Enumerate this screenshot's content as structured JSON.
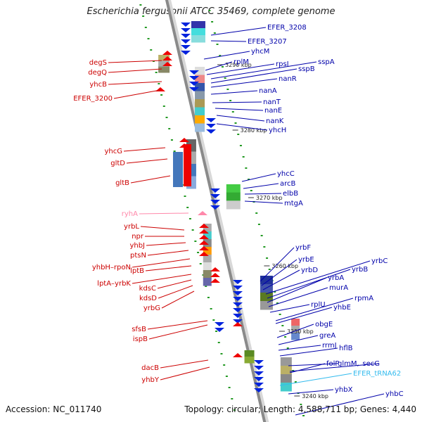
{
  "title": "Escherichia fergusonii ATCC 35469, complete genome",
  "footer": {
    "accession": "Accession: NC_011740",
    "topology": "Topology: circular; Length: 4,588,711 bp; Genes: 4,440"
  },
  "colors": {
    "forward_label": "#cc0000",
    "reverse_label": "#0000aa",
    "rna_label": "#ff88aa",
    "trna_label": "#33bbee",
    "backbone": "#8a8a8a",
    "ticks": "#229922",
    "forward_arrow": "#ee0000",
    "reverse_arrow": "#0022dd"
  },
  "scale_labels": [
    "3290 kbp",
    "3280 kbp",
    "3270 kbp",
    "3260 kbp",
    "3250 kbp",
    "3240 kbp"
  ],
  "left_genes": [
    "degS",
    "degQ",
    "yhcB",
    "EFER_3200",
    "yhcG",
    "gltD",
    "gltB",
    "ryhA",
    "yrbL",
    "npr",
    "yhbJ",
    "ptsN",
    "yhbH–rpoN",
    "lptB",
    "lptA–yrbK",
    "kdsC",
    "kdsD",
    "yrbG",
    "sfsB",
    "ispB",
    "dacB",
    "yhbY"
  ],
  "right_genes": [
    "EFER_3208",
    "EFER_3207",
    "yhcM",
    "rplM",
    "rpsI",
    "sspA",
    "sspB",
    "nanR",
    "nanA",
    "nanT",
    "nanE",
    "nanK",
    "yhcH",
    "yhcC",
    "arcB",
    "elbB",
    "mtgA",
    "yrbF",
    "yrbE",
    "yrbD",
    "yrbC",
    "yrbB",
    "yrbA",
    "murA",
    "rplU",
    "rpmA",
    "yhbE",
    "obgE",
    "greA",
    "rrmJ",
    "hflB",
    "folP",
    "glmM",
    "secG",
    "EFER_tRNA62",
    "yhbX",
    "yhbC"
  ]
}
